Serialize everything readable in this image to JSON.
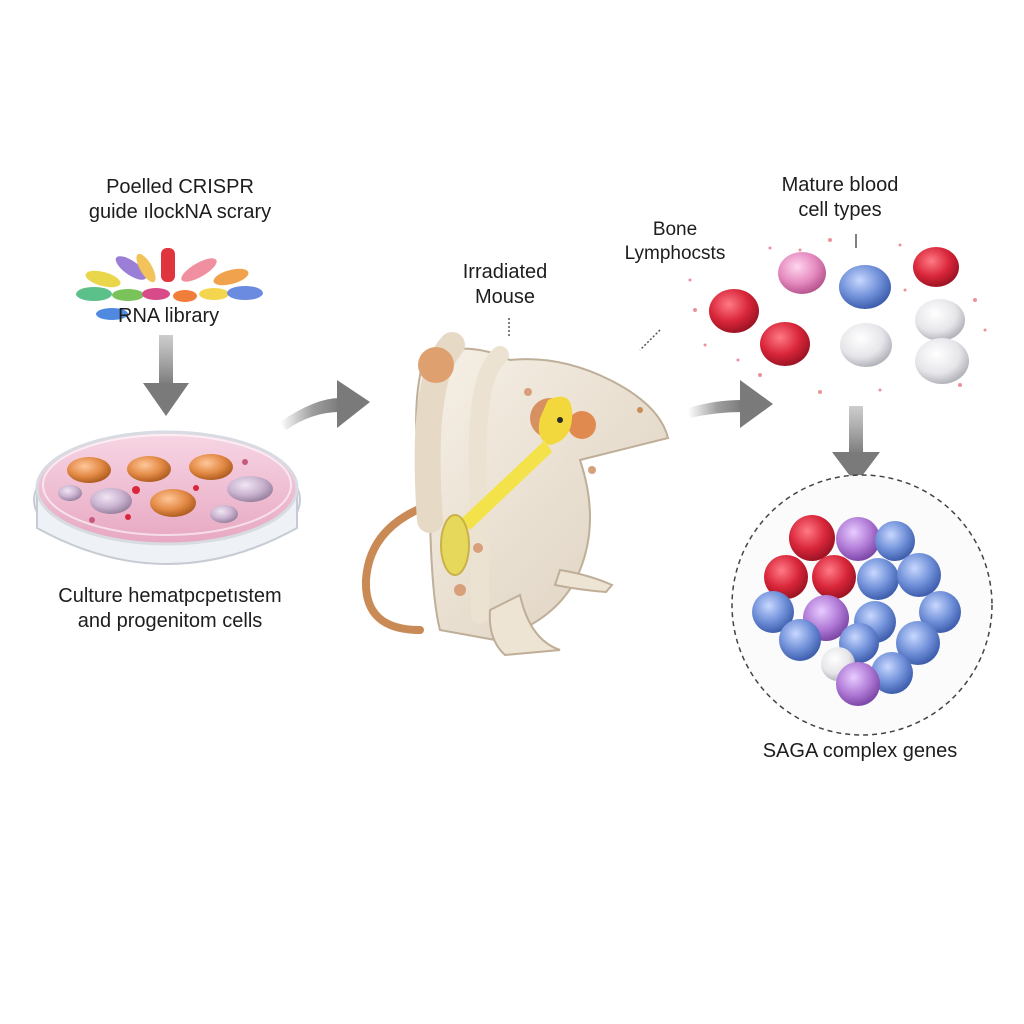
{
  "labels": {
    "pooled_line1": "Poelled CRISPR",
    "pooled_line2": "guide ılockNA scrary",
    "rna_library": "RNA library",
    "culture_line1": "Culture hematpcpetıstem",
    "culture_line2": "and progenitom cells",
    "mouse_line1": "Irradiated",
    "mouse_line2": "Mouse",
    "bone_line1": "Bone",
    "bone_line2": "Lymphocsts",
    "mature_line1": "Mature blood",
    "mature_line2": "cell types",
    "saga": "SAGA complex genes"
  },
  "colors": {
    "arrow": "#8c8c8c",
    "red_cell": "#d9263a",
    "pink_cell": "#e58bc0",
    "blue_cell": "#6f8fd8",
    "white_cell": "#e6e6ea",
    "purple_cell": "#b07ad6",
    "orange_cell": "#e38a45",
    "dish_medium": "#f0bcd0",
    "mouse_body": "#efe6d8",
    "bone_marrow": "#f4e24a",
    "tail": "#c98a55"
  },
  "icons": [
    "down-arrow-icon",
    "right-arrow-icon",
    "petri-dish-icon",
    "mouse-icon",
    "cell-cluster-icon",
    "guide-rna-icon"
  ]
}
